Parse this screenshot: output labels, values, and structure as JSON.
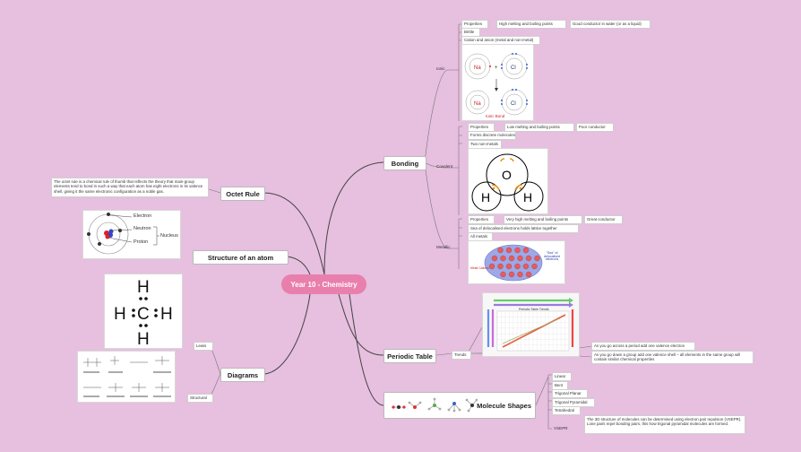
{
  "central": "Year 10 - Chemistry",
  "octet_rule": {
    "title": "Octet Rule",
    "note": "The octet rule is a chemical rule of thumb that reflects the theory that main-group elements tend to bond in such a way that each atom has eight electrons in its valence shell, giving it the same electronic configuration as a noble gas."
  },
  "atom": {
    "title": "Structure of an atom",
    "labels": {
      "electron": "Electron",
      "neutron": "Neutron",
      "proton": "Proton",
      "nucleus": "Nucleus"
    }
  },
  "diagrams": {
    "title": "Diagrams",
    "lewis": "Lewis",
    "structural": "Structural",
    "h_symbol": "H",
    "c_symbol": "C"
  },
  "bonding": {
    "title": "Bonding",
    "ionic": {
      "label": "Ionic",
      "properties_label": "Properties",
      "properties": [
        "High melting and boiling points",
        "Good conductor in water (or as a liquid)"
      ],
      "items": [
        "Brittle",
        "Cation and anion (metal and non-metal)"
      ],
      "image_labels": {
        "na": "Na",
        "cl": "Cl",
        "plus": "+",
        "caption": "Ionic Bond"
      }
    },
    "covalent": {
      "label": "Covalent",
      "properties_label": "Properties",
      "properties": [
        "Low melting and boiling points",
        "Poor conductor"
      ],
      "items": [
        "Forms discrete molecules",
        "Two non-metals"
      ],
      "image_labels": {
        "o": "O",
        "h": "H"
      }
    },
    "metallic": {
      "label": "Metallic",
      "properties_label": "Properties",
      "properties": [
        "Very high melting and boiling points",
        "Great conductor"
      ],
      "items": [
        "Sea of delocalised electrons holds lattice together",
        "All metals"
      ],
      "image_labels": {
        "sea": "\"Sea\" of delocalised electrons",
        "nuclei": "Metal Cations"
      }
    }
  },
  "periodic_table": {
    "title": "Periodic Table",
    "trends": "Trends",
    "notes": [
      "As you go across a period add one valence electron",
      "As you go down a group add one valence shell – all elements in the same group will contain similar chemical properties"
    ],
    "image_title": "Periodic Table Trends"
  },
  "molecule_shapes": {
    "title": "Molecule Shapes",
    "shapes": [
      "Linear",
      "Bent",
      "Trigonal Planar",
      "Trigonal Pyramidal",
      "Tetrahedral"
    ],
    "vsepr_label": "VSEPR",
    "vsepr_note": "The 3D structure of molecules can be determined using electron pair repulsion (VSEPR). Lone pairs repel bonding pairs, this how trigonal pyramidal molecules are formed."
  },
  "colors": {
    "background": "#e7bfdf",
    "central": "#e97fad",
    "branch_line": "#444444"
  }
}
